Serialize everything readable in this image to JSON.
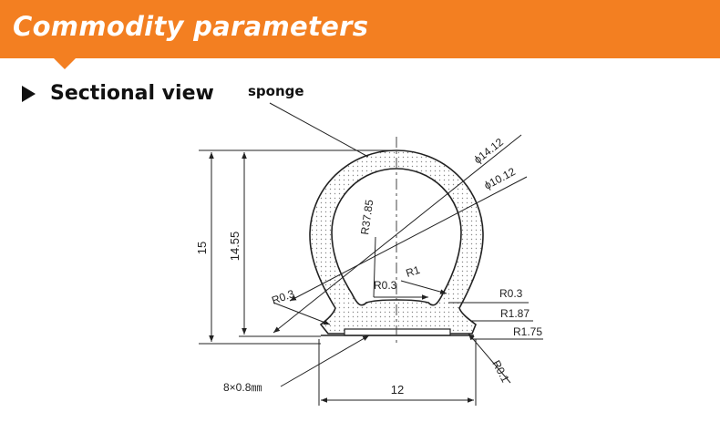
{
  "header": {
    "title": "Commodity parameters",
    "brand_color": "#f37f21"
  },
  "section": {
    "title": "Sectional view",
    "icon": "triangle-arrow-icon"
  },
  "diagram": {
    "callout": "sponge",
    "dim_outer_dia": "ϕ14.12",
    "dim_inner_dia": "ϕ10.12",
    "dim_r3785": "R37.85",
    "dim_r03_inner": "R0.3",
    "dim_r1": "R1",
    "dim_r03_right": "R0.3",
    "dim_r187": "R1.87",
    "dim_r175": "R1.75",
    "dim_r01": "R0.1",
    "dim_r03_left": "R0.3",
    "dim_height_15": "15",
    "dim_height_1455": "14.55",
    "dim_width_12": "12",
    "dim_strip": "8×0.8㎜"
  }
}
